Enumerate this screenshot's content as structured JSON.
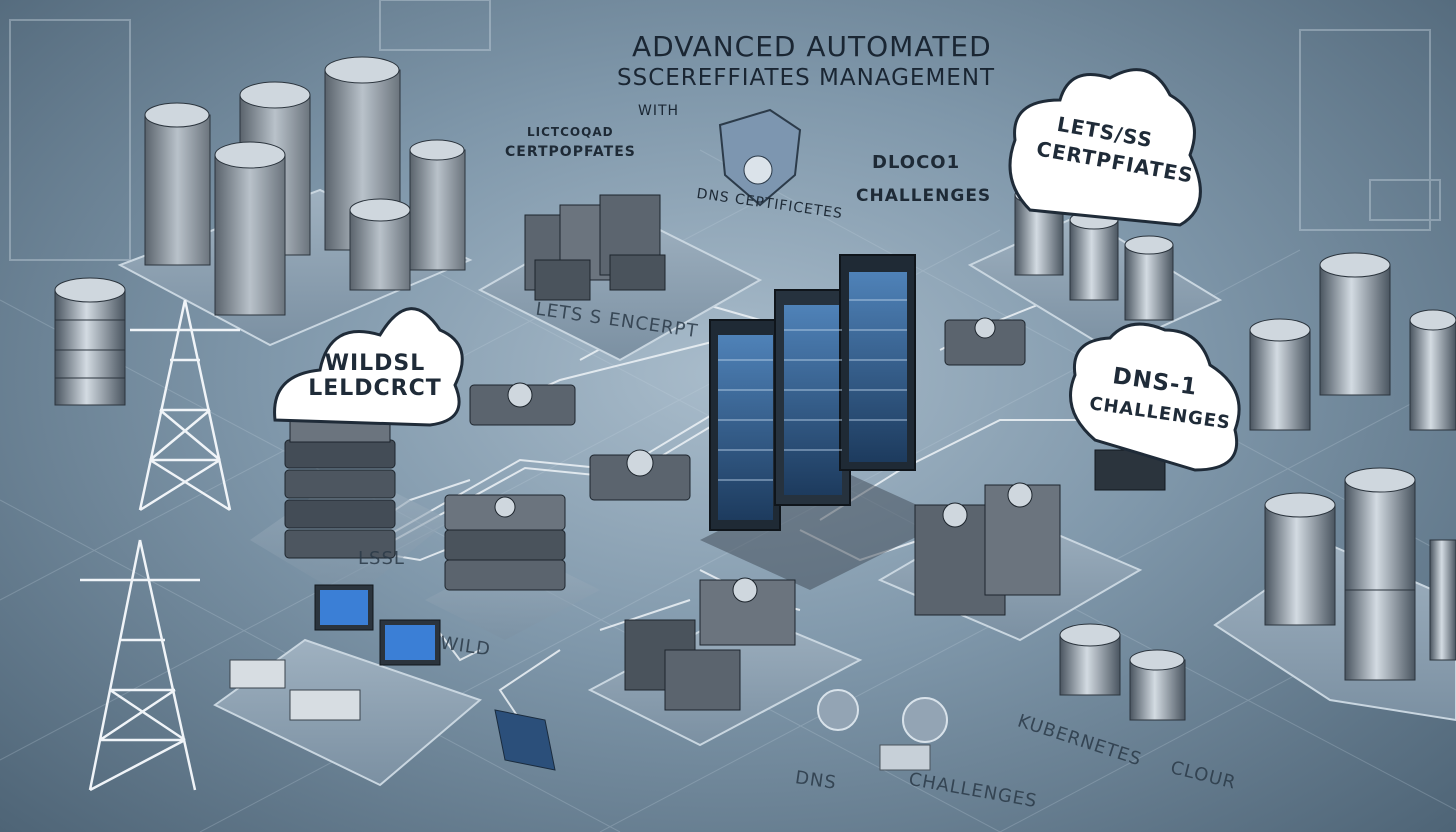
{
  "title": {
    "line1": "ADVANCED AUTOMATED",
    "line2": "SSCEREFFIATES MANAGEMENT",
    "line3": "WITH"
  },
  "labels": {
    "top_left_stamp_line1": "LICTCOQAD",
    "top_left_stamp_line2": "CERTPOPFATES",
    "dns_certificates": "DNS CEPTIFICETES",
    "dlocon_line1": "DLOCO1",
    "dlocon_line2": "CHALLENGES",
    "lets_encrypt_floor": "LETS S ENCERPT",
    "lssl": "LSSL",
    "wild": "WILD",
    "dns_floor": "DNS",
    "challenges_floor": "CHALLENGES",
    "kubernetes": "KUBERNETES",
    "cloud": "CLOUR"
  },
  "clouds": {
    "left_line1": "WILDSL",
    "left_line2": "LELDCRCT",
    "top_right_line1": "LETS/SS",
    "top_right_line2": "CERTPFIATES",
    "right_line1": "DNS-1",
    "right_line2": "CHALLENGES"
  },
  "colors": {
    "background": "#7f97aa",
    "server_dark": "#1f2a35",
    "server_light": "#c9d2da",
    "screen_blue": "#3b7fd6",
    "cable": "#e8eef3"
  }
}
